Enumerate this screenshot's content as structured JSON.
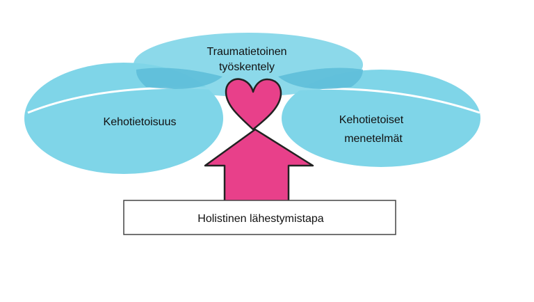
{
  "diagram": {
    "ellipse_left": {
      "label": "Kehotietoisuus"
    },
    "ellipse_top": {
      "label_line1": "Traumatietoinen",
      "label_line2": "työskentely"
    },
    "ellipse_right": {
      "label_line1": "Kehotietoiset",
      "label_line2": "menetelmät"
    },
    "foundation_box": {
      "label": "Holistinen lähestymistapa"
    },
    "colors": {
      "ellipse_fill": "#7fd5e8",
      "ellipse_overlap": "#5cbcd8",
      "ellipse_highlight": "#ffffff",
      "heart_arrow_fill": "#e8408a",
      "outline": "#222222",
      "box_fill": "#ffffff",
      "box_border": "#444444"
    }
  }
}
